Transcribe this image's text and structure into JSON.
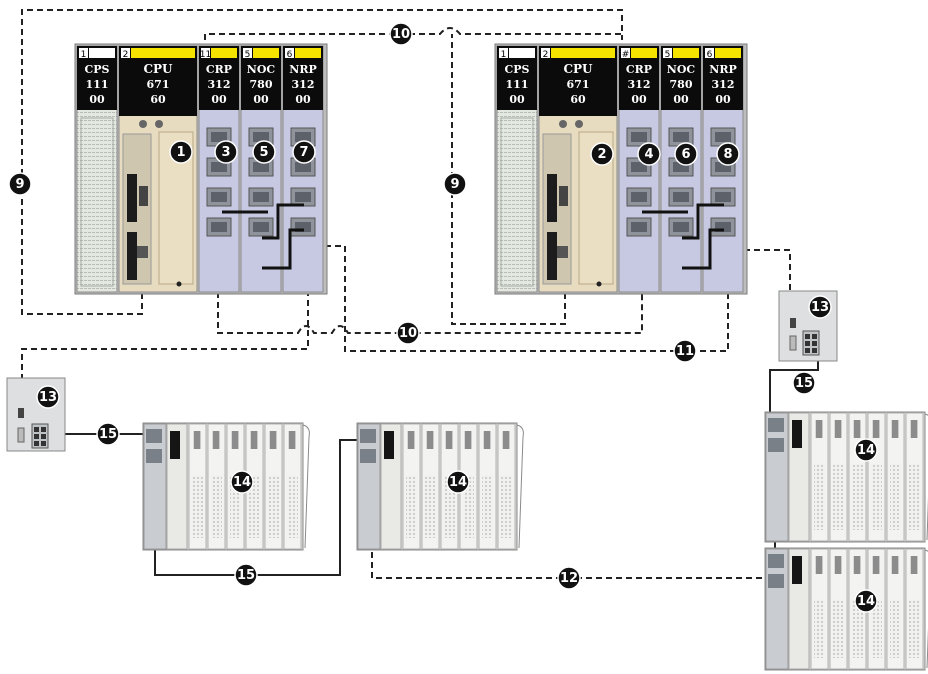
{
  "colors": {
    "accent_yellow": "#f5e400",
    "module_black": "#0b0b0b",
    "cps_panel": "#dfe4dc",
    "cpu_panel": "#e8dcc0",
    "comm_panel": "#c7c9e2",
    "cable": "#222222",
    "badge": "#111111"
  },
  "racks": [
    {
      "modules": [
        {
          "slot": "1",
          "lines": [
            "CPS",
            "111",
            "00"
          ]
        },
        {
          "slot": "2",
          "lines": [
            "CPU",
            "671",
            "60"
          ]
        },
        {
          "slot": "11",
          "lines": [
            "CRP",
            "312",
            "00"
          ]
        },
        {
          "slot": "5",
          "lines": [
            "NOC",
            "780",
            "00"
          ]
        },
        {
          "slot": "6",
          "lines": [
            "NRP",
            "312",
            "00"
          ]
        }
      ]
    },
    {
      "modules": [
        {
          "slot": "1",
          "lines": [
            "CPS",
            "111",
            "00"
          ]
        },
        {
          "slot": "2",
          "lines": [
            "CPU",
            "671",
            "60"
          ]
        },
        {
          "slot": "#",
          "lines": [
            "CRP",
            "312",
            "00"
          ]
        },
        {
          "slot": "5",
          "lines": [
            "NOC",
            "780",
            "00"
          ]
        },
        {
          "slot": "6",
          "lines": [
            "NRP",
            "312",
            "00"
          ]
        }
      ]
    }
  ],
  "callouts": [
    "1",
    "2",
    "3",
    "4",
    "5",
    "6",
    "7",
    "8",
    "9",
    "10",
    "11",
    "12",
    "13",
    "14",
    "15"
  ]
}
